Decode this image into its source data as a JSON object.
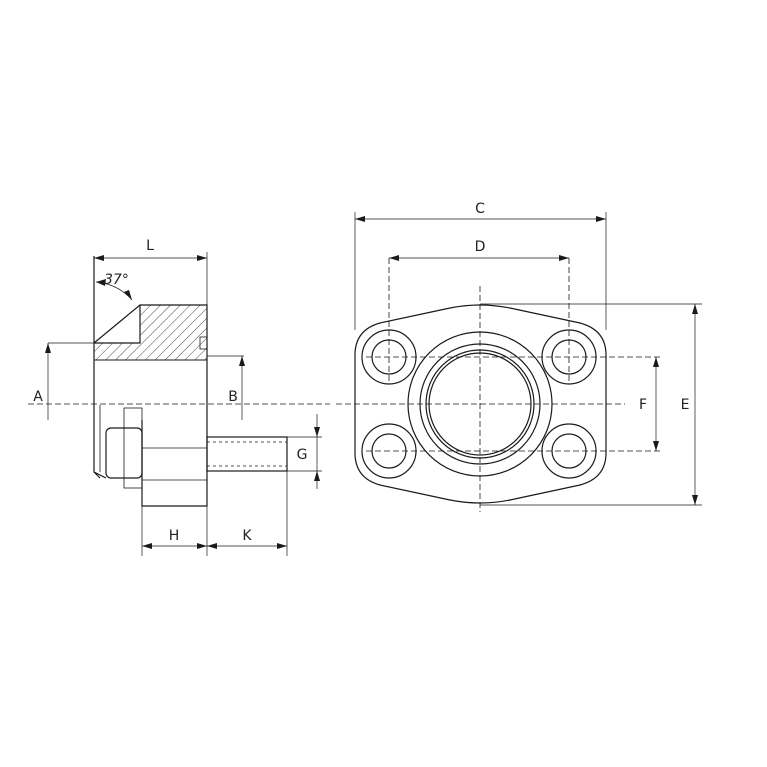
{
  "dimensions": {
    "A": "A",
    "B": "B",
    "C": "C",
    "D": "D",
    "E": "E",
    "F": "F",
    "G": "G",
    "H": "H",
    "K": "K",
    "L": "L"
  },
  "angle_label": "37°"
}
